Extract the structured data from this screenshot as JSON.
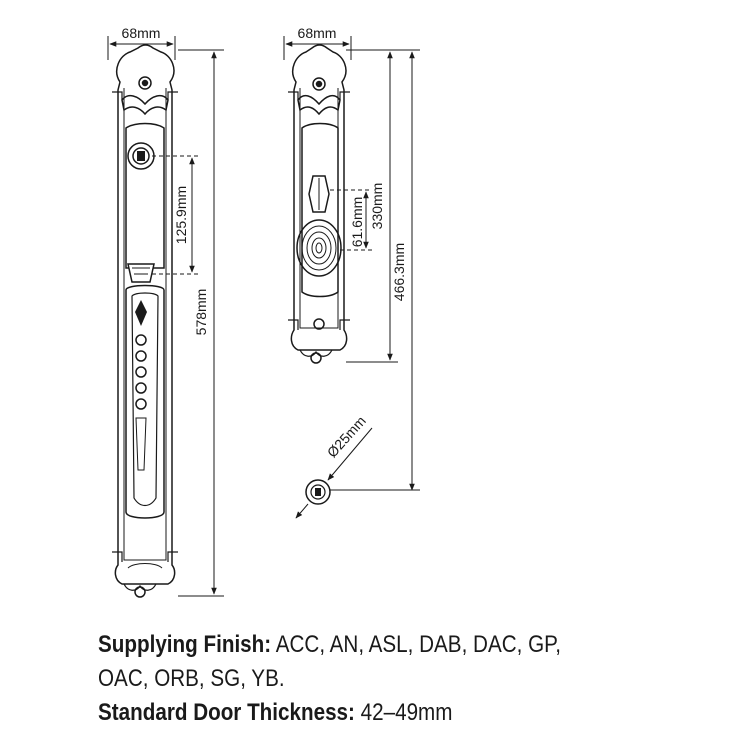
{
  "dimensions": {
    "left_width": "68mm",
    "right_width": "68mm",
    "left_height": "578mm",
    "left_spacing": "125.9mm",
    "right_spacing": "61.6mm",
    "right_height_inner": "330mm",
    "right_height_outer": "466.3mm",
    "hole_diameter": "Ø25mm"
  },
  "specs": {
    "finish_label": "Supplying Finish:",
    "finish_value_1": "ACC, AN, ASL, DAB, DAC, GP,",
    "finish_value_2": "OAC, ORB, SG, YB.",
    "thickness_label": "Standard Door Thickness:",
    "thickness_value": "42–49mm"
  },
  "colors": {
    "line": "#1a1a1a",
    "fill": "#ffffff"
  }
}
